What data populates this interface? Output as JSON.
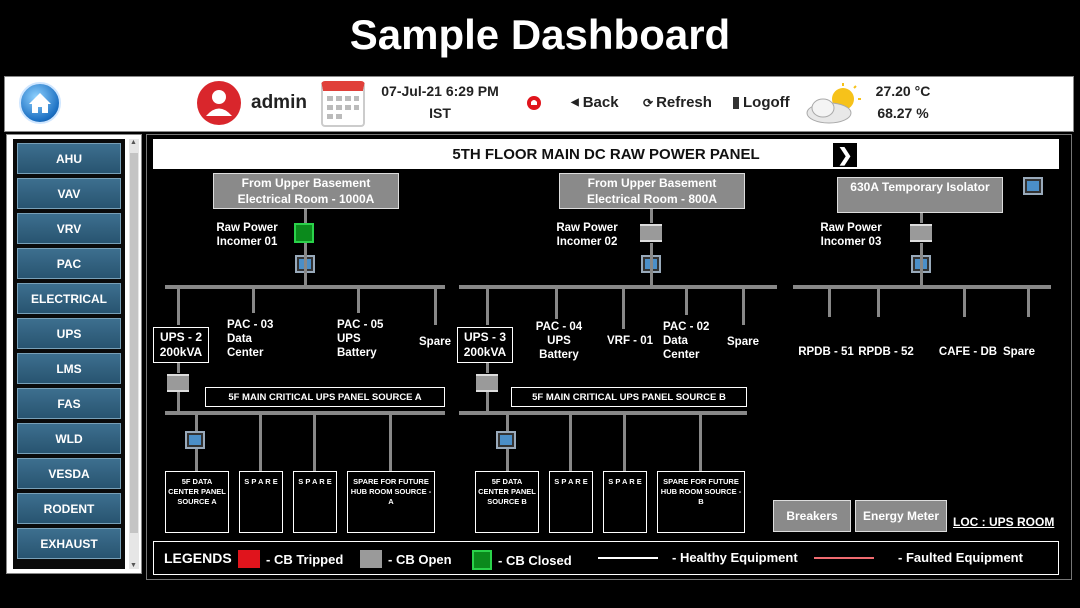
{
  "page_title": "Sample Dashboard",
  "header": {
    "user": "admin",
    "date_time": "07-Jul-21 6:29 PM",
    "timezone": "IST",
    "back": "Back",
    "refresh": "Refresh",
    "logoff": "Logoff",
    "temperature": "27.20 °C",
    "humidity": "68.27 %"
  },
  "sidebar": {
    "items": [
      "AHU",
      "VAV",
      "VRV",
      "PAC",
      "ELECTRICAL",
      "UPS",
      "LMS",
      "FAS",
      "WLD",
      "VESDA",
      "RODENT",
      "EXHAUST"
    ]
  },
  "panel": {
    "title": "5TH FLOOR MAIN DC RAW POWER PANEL",
    "sources": [
      "From Upper Basement Electrical Room - 1000A",
      "From Upper Basement Electrical Room - 800A",
      "630A Temporary Isolator"
    ],
    "incomers": [
      "Raw Power Incomer 01",
      "Raw Power Incomer 02",
      "Raw Power Incomer 03"
    ],
    "feeders_1": [
      "PAC - 03 Data Center",
      "PAC - 05 UPS Battery",
      "Spare"
    ],
    "feeders_2": [
      "PAC - 04 UPS Battery",
      "VRF - 01",
      "PAC - 02 Data Center",
      "Spare"
    ],
    "feeders_3": [
      "RPDB - 51",
      "RPDB - 52",
      "CAFE - DB",
      "Spare"
    ],
    "ups": [
      "UPS - 2 200kVA",
      "UPS - 3 200kVA"
    ],
    "ups_panels": [
      "5F MAIN CRITICAL UPS PANEL SOURCE A",
      "5F MAIN CRITICAL UPS PANEL SOURCE B"
    ],
    "dist_a": [
      "5F DATA CENTER PANEL SOURCE A",
      "S P A R E",
      "S P A R E",
      "SPARE FOR FUTURE HUB ROOM SOURCE - A"
    ],
    "dist_b": [
      "5F DATA CENTER PANEL SOURCE B",
      "S P A R E",
      "S P A R E",
      "SPARE FOR FUTURE HUB ROOM SOURCE - B"
    ],
    "breakers": "Breakers",
    "energy_meter": "Energy Meter",
    "location": "LOC : UPS ROOM"
  },
  "legends": {
    "title": "LEGENDS",
    "cb_tripped": "- CB Tripped",
    "cb_open": "- CB Open",
    "cb_closed": "- CB Closed",
    "healthy": "- Healthy Equipment",
    "faulted": "- Faulted Equipment",
    "colors": {
      "tripped": "#e0141c",
      "open": "#9a9a9a",
      "closed": "#0b8a1c",
      "healthy": "#ffffff",
      "faulted": "#f06b70"
    }
  }
}
